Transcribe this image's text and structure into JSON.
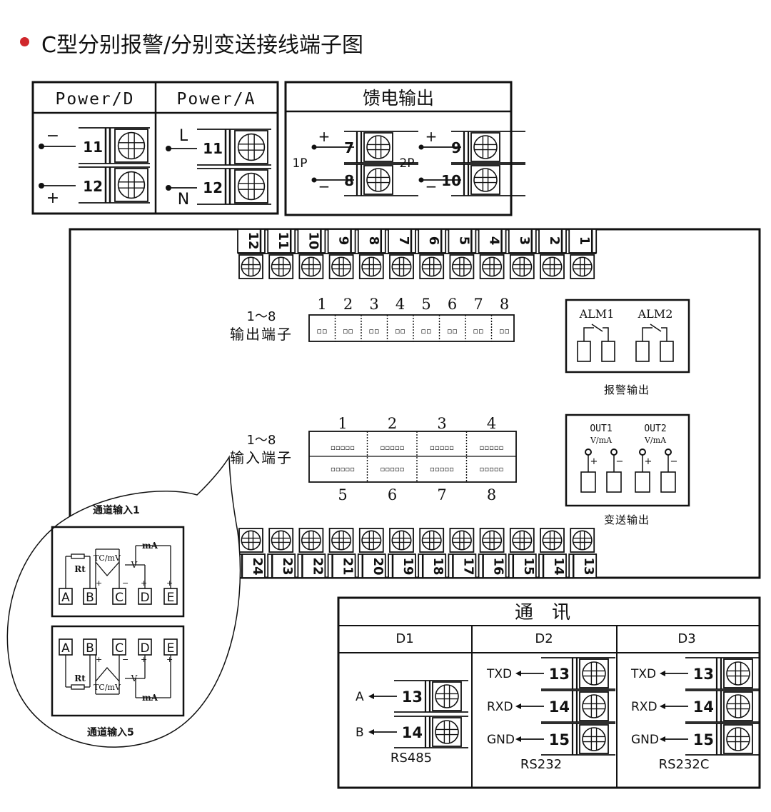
{
  "title": "C型分别报警/分别变送接线端子图",
  "accent_color": "#d0272c",
  "power_box": {
    "left_header": "Power/D",
    "right_header": "Power/A",
    "left_terminals": [
      {
        "sign": "−",
        "num": "11"
      },
      {
        "sign": "+",
        "num": "12"
      }
    ],
    "right_terminals": [
      {
        "sign": "L",
        "num": "11"
      },
      {
        "sign": "N",
        "num": "12"
      }
    ]
  },
  "feed_box": {
    "header": "馈电输出",
    "groups": [
      {
        "label": "1P",
        "plus": "7",
        "minus": "8"
      },
      {
        "label": "2P",
        "plus": "9",
        "minus": "10"
      }
    ]
  },
  "main_unit": {
    "top_terminals": [
      "12",
      "11",
      "10",
      "9",
      "8",
      "7",
      "6",
      "5",
      "4",
      "3",
      "2",
      "1"
    ],
    "bottom_terminals": [
      "24",
      "23",
      "22",
      "21",
      "20",
      "19",
      "18",
      "17",
      "16",
      "15",
      "14",
      "13"
    ],
    "output_label_1": "1～8",
    "output_label_2": "输出端子",
    "output_numbers": [
      "1",
      "2",
      "3",
      "4",
      "5",
      "6",
      "7",
      "8"
    ],
    "input_label_1": "1～8",
    "input_label_2": "输入端子",
    "input_numbers_top": [
      "1",
      "2",
      "3",
      "4"
    ],
    "input_numbers_bottom": [
      "5",
      "6",
      "7",
      "8"
    ],
    "alarm_box": {
      "labels": [
        "ALM1",
        "ALM2"
      ],
      "caption": "报警输出"
    },
    "transmit_box": {
      "labels": [
        "OUT1",
        "OUT2"
      ],
      "sublabels": [
        "V/mA",
        "V/mA"
      ],
      "caption": "变送输出"
    }
  },
  "callout": {
    "top_title": "通道输入1",
    "bottom_title": "通道输入5",
    "terminals": [
      "A",
      "B",
      "C",
      "D",
      "E"
    ],
    "rt": "Rt",
    "tc": "TC/mV",
    "v": "V",
    "ma": "mA"
  },
  "comm_box": {
    "header": "通　讯",
    "columns": [
      {
        "name": "D1",
        "rows": [
          {
            "sig": "A",
            "num": "13"
          },
          {
            "sig": "B",
            "num": "14"
          }
        ],
        "caption": "RS485"
      },
      {
        "name": "D2",
        "rows": [
          {
            "sig": "TXD",
            "num": "13"
          },
          {
            "sig": "RXD",
            "num": "14"
          },
          {
            "sig": "GND",
            "num": "15"
          }
        ],
        "caption": "RS232"
      },
      {
        "name": "D3",
        "rows": [
          {
            "sig": "TXD",
            "num": "13"
          },
          {
            "sig": "RXD",
            "num": "14"
          },
          {
            "sig": "GND",
            "num": "15"
          }
        ],
        "caption": "RS232C"
      }
    ]
  }
}
